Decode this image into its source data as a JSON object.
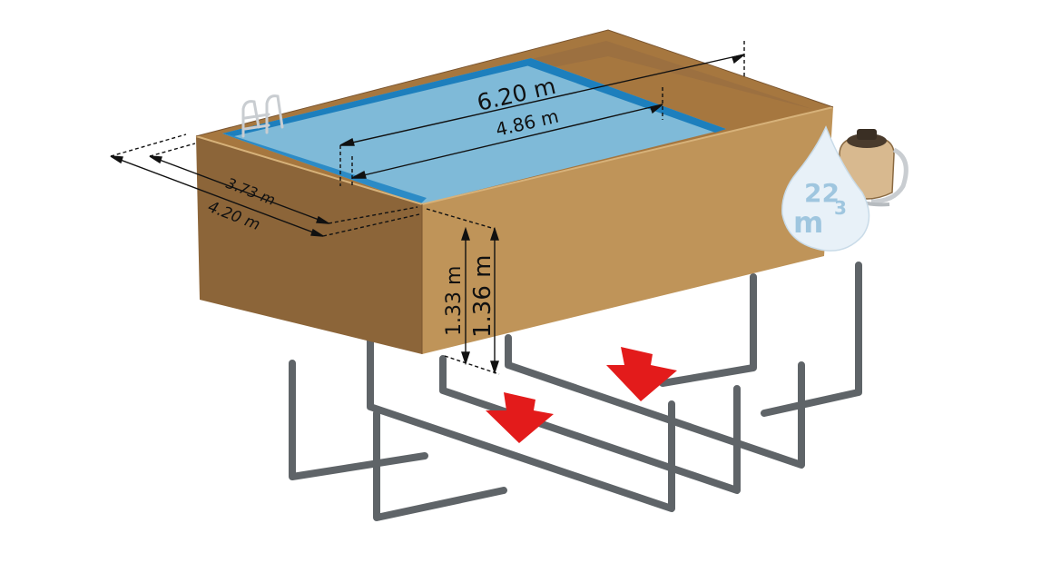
{
  "dimensions": {
    "outer_length": "6.20 m",
    "inner_length": "4.86 m",
    "inner_width": "3.73 m",
    "outer_width": "4.20 m",
    "inner_height": "1.33 m",
    "outer_height": "1.36 m"
  },
  "volume": {
    "number": "22",
    "unit": "m",
    "exponent": "3"
  },
  "colors": {
    "wood_light": "#c49a5c",
    "wood_dark": "#8c6539",
    "water": "#7fbad8",
    "frame_steel": "#5f6468",
    "arrow_red": "#e31b1b",
    "drop": "#e8f1f8"
  },
  "icons": [
    "pool-ladder-icon",
    "sand-filter-icon",
    "water-drop-icon",
    "down-arrow-icon"
  ]
}
